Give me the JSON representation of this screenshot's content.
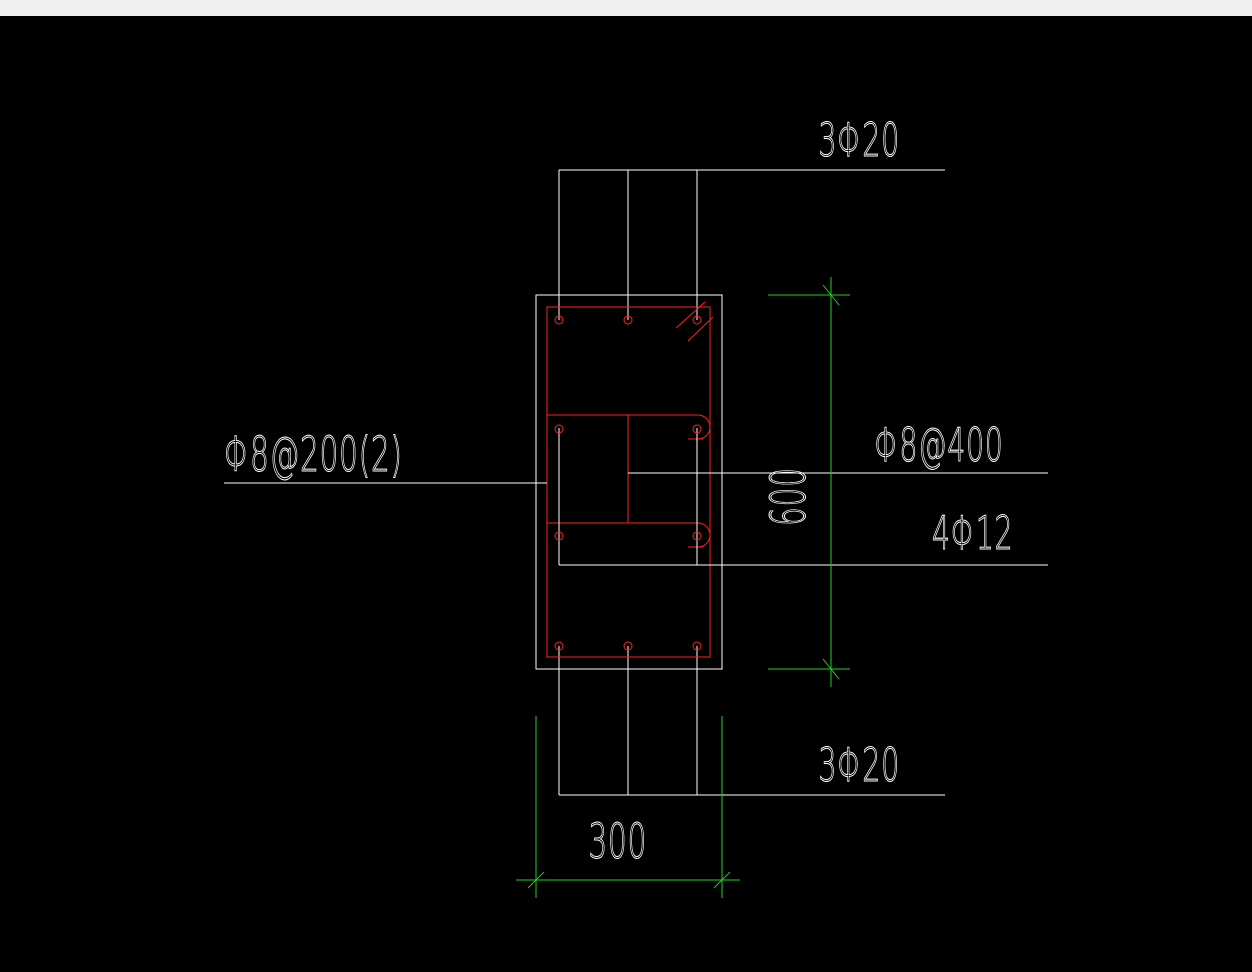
{
  "colors": {
    "background": "#000000",
    "outline": "#ffffff",
    "rebar": "#ff2020",
    "dimension": "#20d020",
    "titlebar": "#efefef"
  },
  "labels": {
    "top_bars": "3Φ20",
    "bottom_bars": "3Φ20",
    "stirrup_left": "Φ8@200(2)",
    "tie_right": "Φ8@400",
    "side_bars": "4Φ12"
  },
  "dimensions": {
    "height": "600",
    "width": "300"
  }
}
